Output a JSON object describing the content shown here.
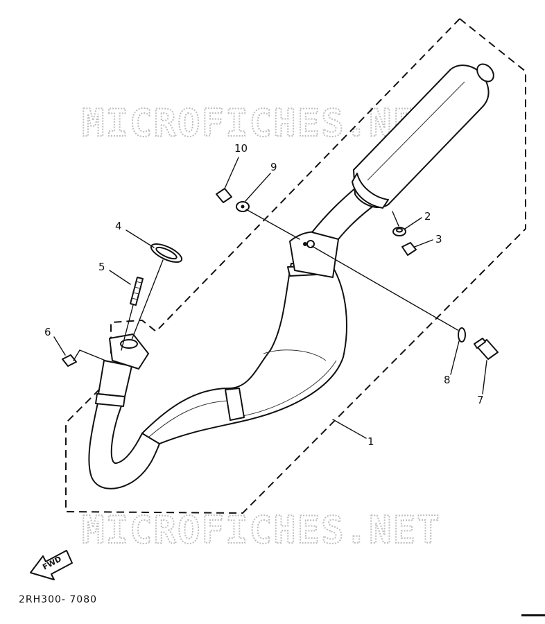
{
  "watermark": {
    "top_text": "MICROFICHES.NET",
    "bottom_text": "MICROFICHES.NET",
    "color": "#bdbdbd"
  },
  "parts": [
    {
      "number": "1",
      "id": "exhaust-pipe-assembly"
    },
    {
      "number": "2",
      "id": "grommet"
    },
    {
      "number": "3",
      "id": "collar-bolt"
    },
    {
      "number": "4",
      "id": "gasket"
    },
    {
      "number": "5",
      "id": "stud-bolt"
    },
    {
      "number": "6",
      "id": "nut"
    },
    {
      "number": "7",
      "id": "bolt"
    },
    {
      "number": "8",
      "id": "washer"
    },
    {
      "number": "9",
      "id": "plain-washer"
    },
    {
      "number": "10",
      "id": "flange-nut"
    }
  ],
  "direction_indicator": "FWD",
  "diagram_code": "2RH300- 7080",
  "colors": {
    "line": "#111111",
    "background": "#ffffff"
  }
}
